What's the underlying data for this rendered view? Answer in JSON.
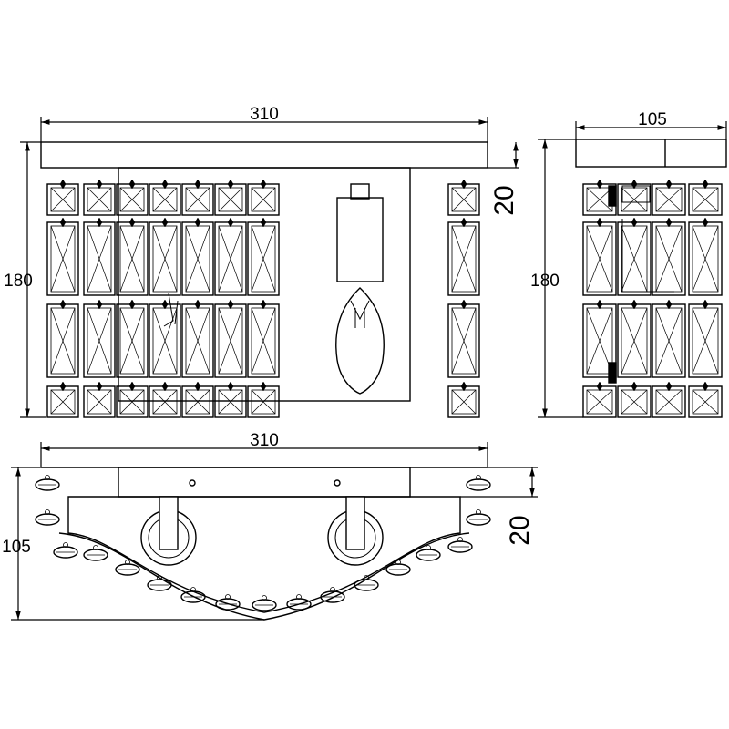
{
  "diagram": {
    "type": "technical drawing - crystal wall sconce",
    "line_color": "#000000",
    "background": "#ffffff",
    "views": {
      "front": {
        "width_label": "310",
        "height_label": "180",
        "plate_label": "20"
      },
      "side": {
        "width_label": "105",
        "height_label": "180"
      },
      "top": {
        "width_label": "310",
        "depth_label": "105",
        "plate_label": "20"
      }
    }
  }
}
